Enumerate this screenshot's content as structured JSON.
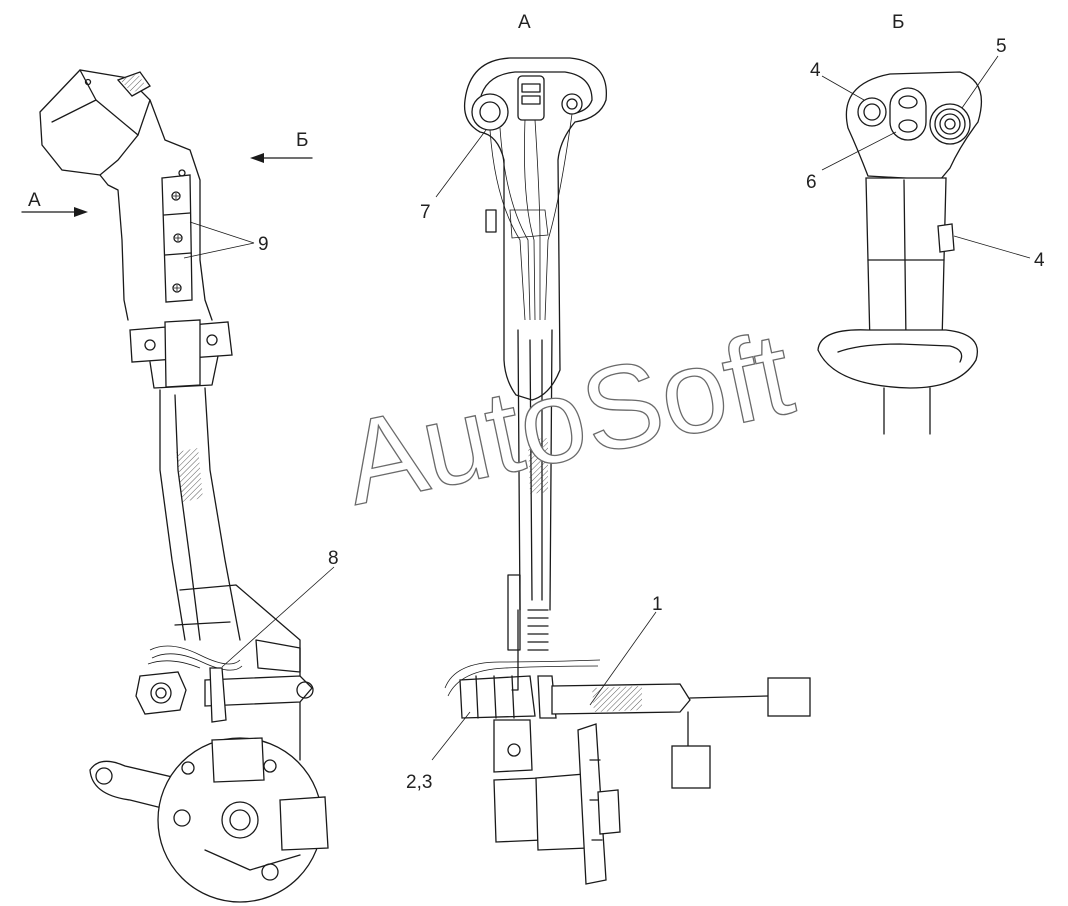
{
  "views": {
    "side_arrow_a": "А",
    "side_arrow_b": "Б",
    "view_a_title": "А",
    "view_b_title": "Б"
  },
  "callouts": {
    "c1": "1",
    "c23": "2,3",
    "c4_top": "4",
    "c4_side": "4",
    "c5": "5",
    "c6": "6",
    "c7": "7",
    "c8": "8",
    "c9": "9"
  },
  "watermark": "AutoSoft"
}
